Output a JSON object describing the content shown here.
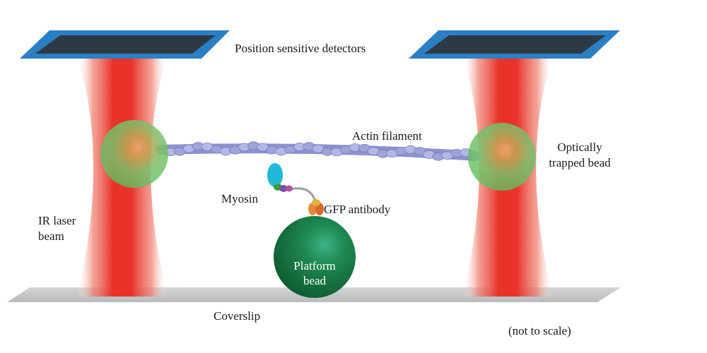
{
  "labels": {
    "detectors": "Position sensitive detectors",
    "actin": "Actin filament",
    "optically_trapped_bead": [
      "Optically",
      "trapped bead"
    ],
    "myosin": "Myosin",
    "gfp_antibody": "GFP antibody",
    "ir_laser_beam": [
      "IR laser",
      "beam"
    ],
    "platform_bead": [
      "Platform",
      "bead"
    ],
    "coverslip": "Coverslip",
    "scale_note": "(not to scale)"
  },
  "colors": {
    "laser": "#e8322a",
    "detector_frame": "#2b7fc4",
    "detector_surface": "#2d3a45",
    "trapped_bead": "#5fbf5f",
    "platform_bead": "#1c7a45",
    "actin": "#a9aee0",
    "myosin_head": "#20b8d8",
    "gfp_antibody": "#e58a3a",
    "coverslip": "#c4c6c8"
  }
}
